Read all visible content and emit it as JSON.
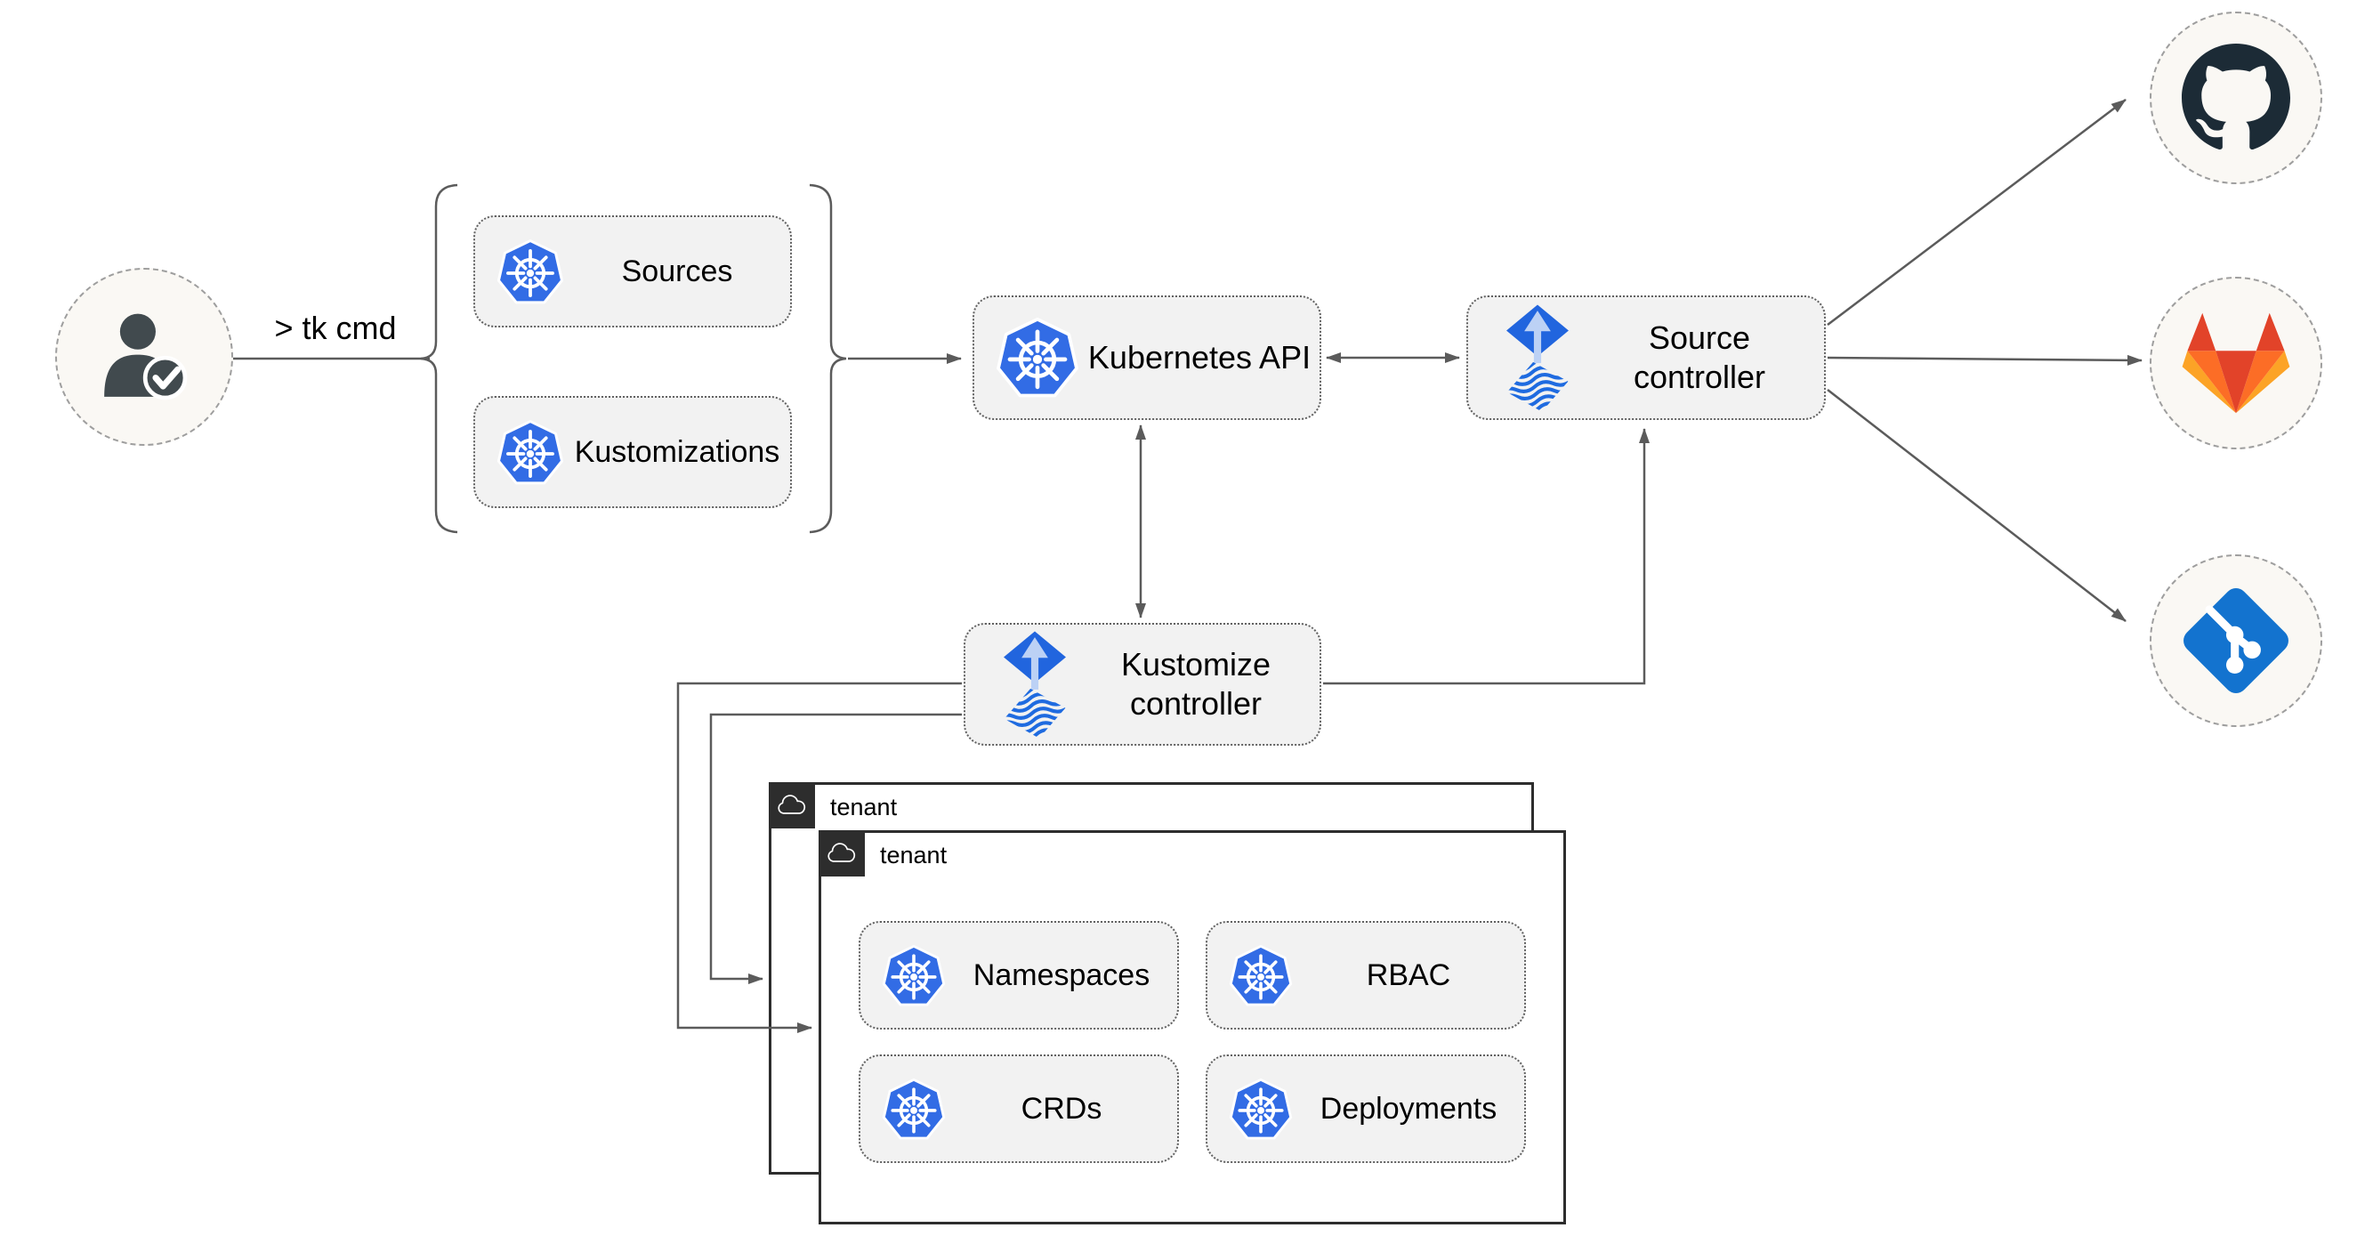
{
  "user": {
    "label": "> tk cmd",
    "icon": "user-check-icon"
  },
  "bracket_group": {
    "items": [
      {
        "label": "Sources",
        "icon": "kubernetes-icon"
      },
      {
        "label": "Kustomizations",
        "icon": "kubernetes-icon"
      }
    ]
  },
  "nodes": {
    "kubernetes_api": {
      "label": "Kubernetes API",
      "icon": "kubernetes-icon"
    },
    "source_controller": {
      "label": "Source\ncontroller",
      "icon": "flux-icon"
    },
    "kustomize_controller": {
      "label": "Kustomize\ncontroller",
      "icon": "flux-icon"
    }
  },
  "tenants": {
    "back": {
      "label": "tenant",
      "icon": "cloud-icon"
    },
    "front": {
      "label": "tenant",
      "icon": "cloud-icon",
      "resources": [
        {
          "label": "Namespaces",
          "icon": "kubernetes-icon"
        },
        {
          "label": "RBAC",
          "icon": "kubernetes-icon"
        },
        {
          "label": "CRDs",
          "icon": "kubernetes-icon"
        },
        {
          "label": "Deployments",
          "icon": "kubernetes-icon"
        }
      ]
    }
  },
  "providers": [
    {
      "name": "github",
      "icon": "github-icon"
    },
    {
      "name": "gitlab",
      "icon": "gitlab-icon"
    },
    {
      "name": "git",
      "icon": "git-icon"
    }
  ],
  "colors": {
    "kubernetes_blue": "#326ce5",
    "flux_blue": "#2165de",
    "flux_arrow_light": "#bcd1f5",
    "github_dark": "#1c2b36",
    "gitlab_red": "#e24329",
    "gitlab_orange": "#fc6d26",
    "gitlab_light_orange": "#fca326",
    "git_blue": "#1373cf",
    "connector_gray": "#5b5b5b",
    "node_fill": "#f2f2f2",
    "circle_fill": "#faf8f4",
    "tenant_header": "#2d2d2d"
  }
}
